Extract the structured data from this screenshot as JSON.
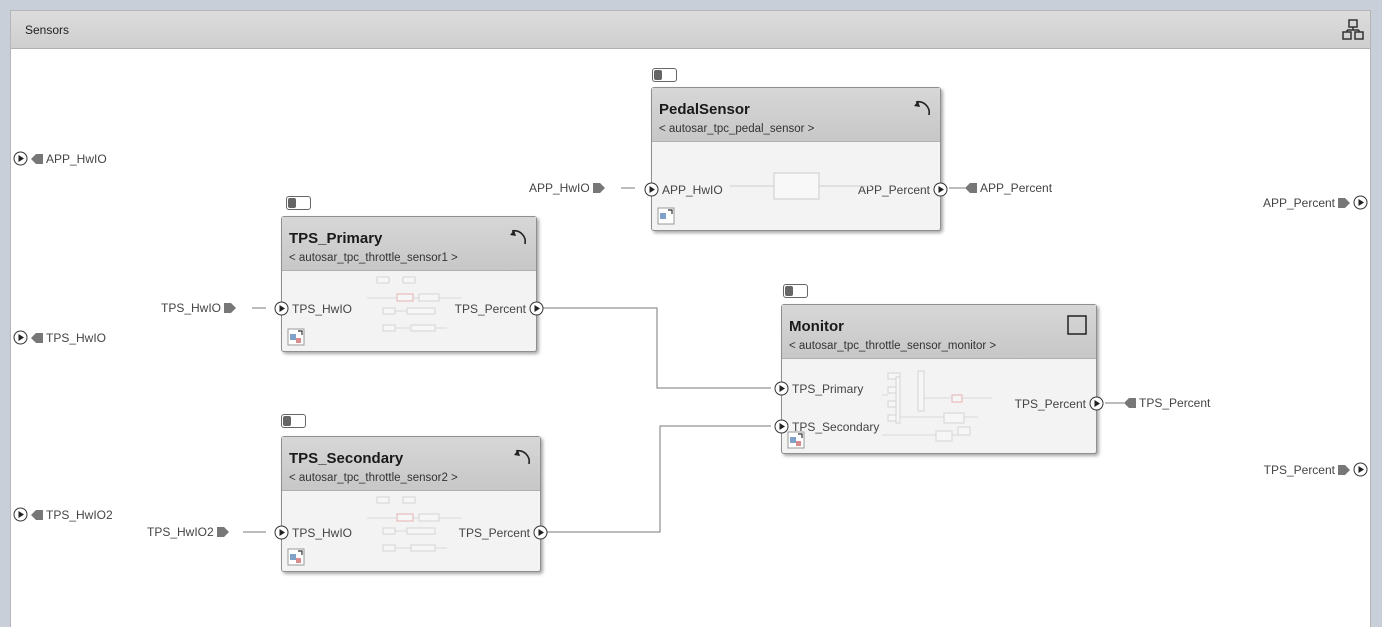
{
  "canvas": {
    "title": "Sensors",
    "layout_icon": "arrange-layout-icon"
  },
  "root_inports": [
    {
      "label": "APP_HwIO"
    },
    {
      "label": "TPS_HwIO"
    },
    {
      "label": "TPS_HwIO2"
    }
  ],
  "root_outports": [
    {
      "label": "APP_Percent"
    },
    {
      "label": "TPS_Percent"
    }
  ],
  "blocks": {
    "pedal_sensor": {
      "name": "PedalSensor",
      "subtitle": "< autosar_tpc_pedal_sensor >",
      "in_port": "APP_HwIO",
      "out_port": "APP_Percent",
      "in_signal": "APP_HwIO",
      "out_signal": "APP_Percent",
      "kind_icon": "periodic-rate-icon"
    },
    "tps_primary": {
      "name": "TPS_Primary",
      "subtitle": "< autosar_tpc_throttle_sensor1 >",
      "in_port": "TPS_HwIO",
      "out_port": "TPS_Percent",
      "in_signal": "TPS_HwIO",
      "kind_icon": "periodic-rate-icon"
    },
    "tps_secondary": {
      "name": "TPS_Secondary",
      "subtitle": "< autosar_tpc_throttle_sensor2 >",
      "in_port": "TPS_HwIO",
      "out_port": "TPS_Percent",
      "in_signal": "TPS_HwIO2",
      "kind_icon": "periodic-rate-icon"
    },
    "monitor": {
      "name": "Monitor",
      "subtitle": "< autosar_tpc_throttle_sensor_monitor >",
      "in_port_1": "TPS_Primary",
      "in_port_2": "TPS_Secondary",
      "out_port": "TPS_Percent",
      "out_signal": "TPS_Percent",
      "kind_icon": "square-subsystem-icon"
    }
  },
  "colors": {
    "wire": "#7a7a7a",
    "block_header": "#c9c9c9",
    "block_body": "#f3f3f3",
    "background": "#c9cfd8"
  }
}
